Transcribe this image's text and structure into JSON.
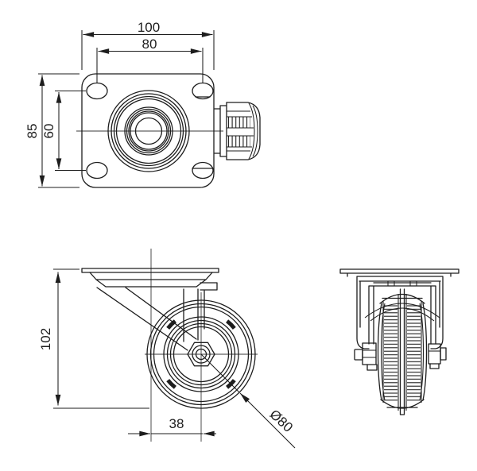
{
  "drawing": {
    "background": "#ffffff",
    "line_color": "#1d1d1d",
    "dimensions": {
      "plate_width": "100",
      "bolt_hole_spacing_width": "80",
      "plate_depth": "85",
      "bolt_hole_spacing_depth": "60",
      "overall_height": "102",
      "swivel_offset": "38",
      "wheel_diameter": "Ø80"
    }
  }
}
